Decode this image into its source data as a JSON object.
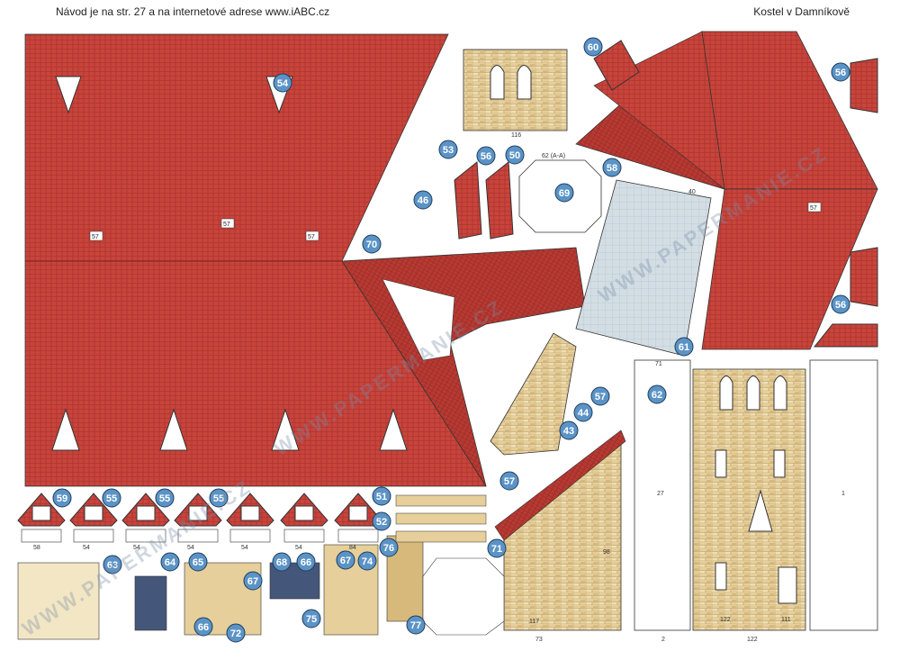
{
  "header": {
    "left": "Návod je na str. 27 a na internetové adrese www.iABC.cz",
    "right": "Kostel v Damníkově"
  },
  "watermark": "WWW.PAPERMANIE.CZ",
  "colors": {
    "roof": "#c8443c",
    "roof_dark": "#a8322c",
    "wall": "#e6cf9a",
    "wall_dark": "#cbb07a",
    "glass": "#c8d6de",
    "badge": "#5b93c6",
    "outline": "#333333"
  },
  "badges": [
    {
      "n": "54"
    },
    {
      "n": "60"
    },
    {
      "n": "53"
    },
    {
      "n": "56"
    },
    {
      "n": "50"
    },
    {
      "n": "58"
    },
    {
      "n": "46"
    },
    {
      "n": "69"
    },
    {
      "n": "70"
    },
    {
      "n": "61"
    },
    {
      "n": "62"
    },
    {
      "n": "57"
    },
    {
      "n": "44"
    },
    {
      "n": "43"
    },
    {
      "n": "57"
    },
    {
      "n": "56"
    },
    {
      "n": "59"
    },
    {
      "n": "55"
    },
    {
      "n": "55"
    },
    {
      "n": "55"
    },
    {
      "n": "51"
    },
    {
      "n": "52"
    },
    {
      "n": "71"
    },
    {
      "n": "63"
    },
    {
      "n": "64"
    },
    {
      "n": "65"
    },
    {
      "n": "67"
    },
    {
      "n": "68"
    },
    {
      "n": "66"
    },
    {
      "n": "67"
    },
    {
      "n": "74"
    },
    {
      "n": "76"
    },
    {
      "n": "72"
    },
    {
      "n": "75"
    },
    {
      "n": "66"
    },
    {
      "n": "77"
    },
    {
      "n": "56"
    }
  ],
  "labels": {
    "roof_mark_1": "57",
    "roof_mark_2": "57",
    "roof_mark_3": "57",
    "roof_mark_4": "57",
    "dim_116": "116",
    "dim_40": "40",
    "dim_71": "71",
    "dim_27": "27",
    "dim_1": "1",
    "dim_122": "122",
    "dim_117": "117",
    "dim_98": "98",
    "dim_73": "73",
    "dim_58": "58",
    "dim_54a": "54",
    "dim_54b": "54",
    "dim_54c": "54",
    "dim_54d": "54",
    "dim_54e": "54",
    "dim_84": "84",
    "dim_62": "62 (A-A)",
    "dim_2": "2",
    "dim_111": "111",
    "dim_122b": "122"
  }
}
